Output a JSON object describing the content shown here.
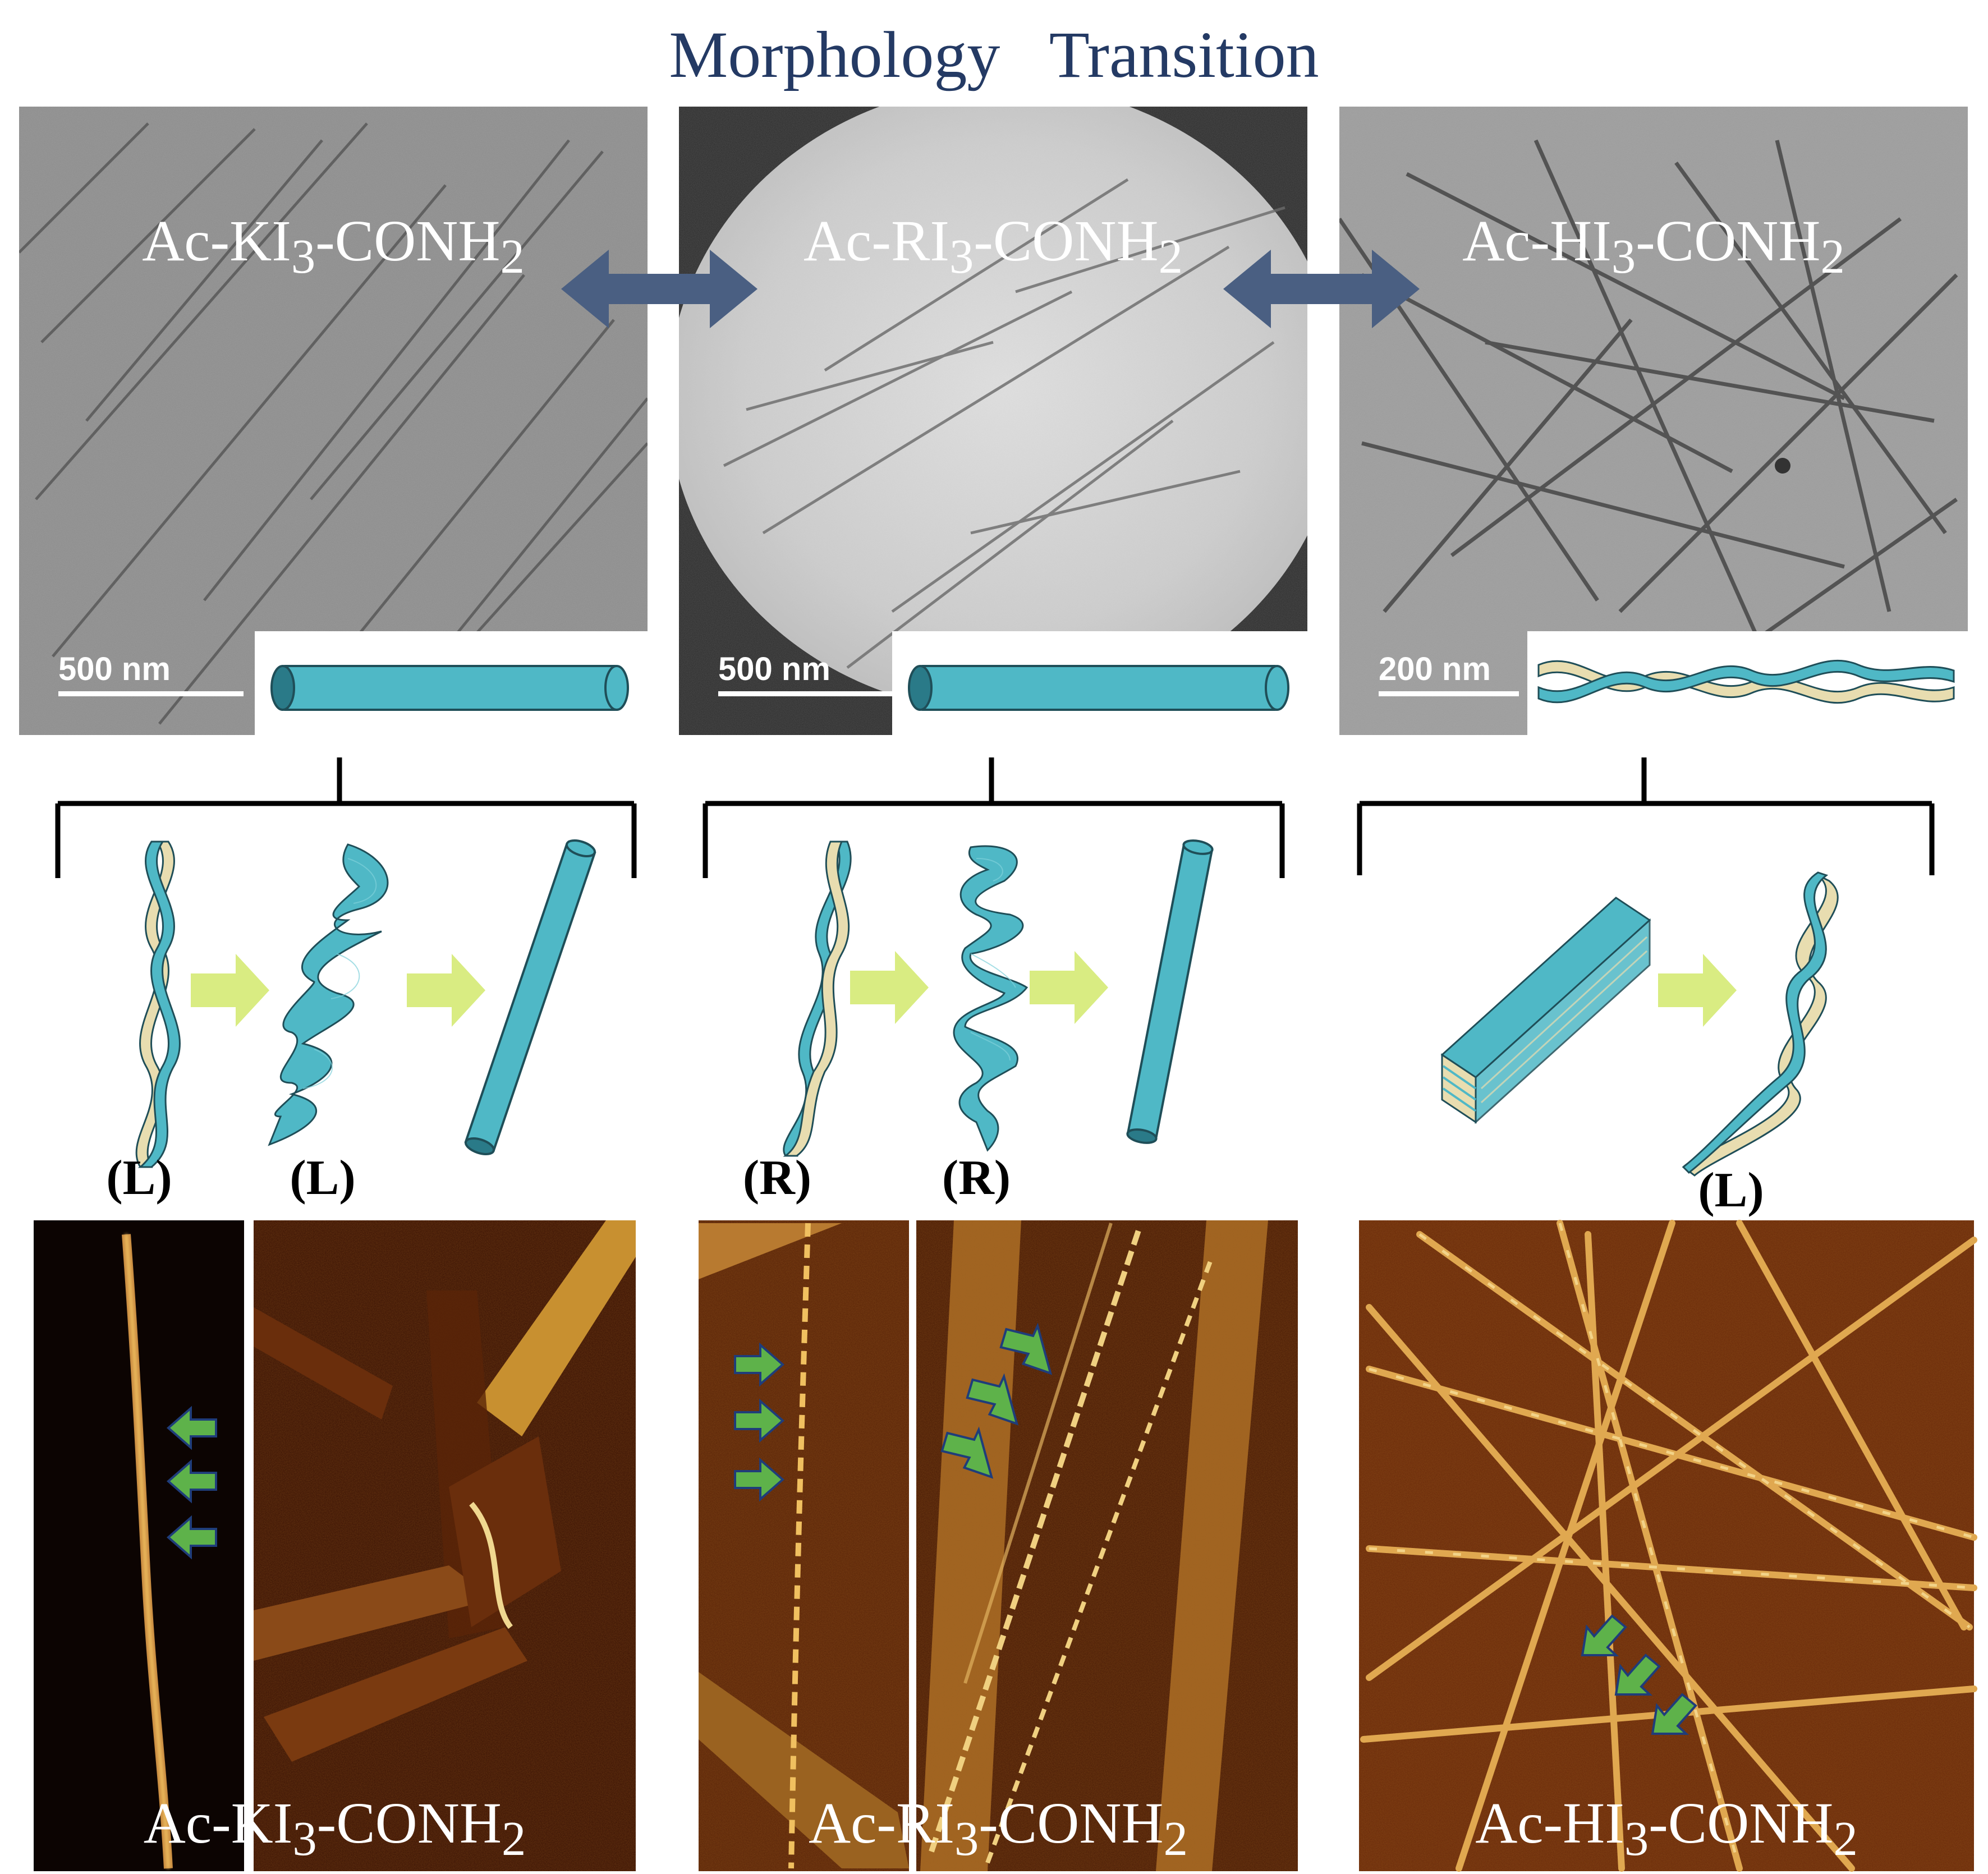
{
  "title": "Morphology Transition",
  "colors": {
    "title": "#243a64",
    "tube_fill": "#4fb8c6",
    "tube_stroke": "#1f4e58",
    "ribbon_cream": "#e8ddb0",
    "double_arrow": "#4a5f82",
    "process_arrow": "#d9ec82",
    "afm_marker": "#5eb24a",
    "afm_marker_outline": "#1f3d7a",
    "afm_dark": "#3a1204",
    "afm_bright": "#f0c060"
  },
  "tem_panels": [
    {
      "peptide": "Ac-KI",
      "subscript": "3",
      "suffix": "-CONH",
      "end_subscript": "2",
      "scale_bar": "500 nm",
      "inset_shape": "tube"
    },
    {
      "peptide": "Ac-RI",
      "subscript": "3",
      "suffix": "-CONH",
      "end_subscript": "2",
      "scale_bar": "500 nm",
      "inset_shape": "tube"
    },
    {
      "peptide": "Ac-HI",
      "subscript": "3",
      "suffix": "-CONH",
      "end_subscript": "2",
      "scale_bar": "200 nm",
      "inset_shape": "twisted-ribbon"
    }
  ],
  "pathways": [
    {
      "stages": [
        "twisted-ribbon",
        "helical-ribbon",
        "nanotube"
      ],
      "handedness_labels": [
        "(L)",
        "(L)"
      ]
    },
    {
      "stages": [
        "twisted-ribbon",
        "helical-ribbon",
        "nanotube"
      ],
      "handedness_labels": [
        "(R)",
        "(R)"
      ]
    },
    {
      "stages": [
        "lamellar-stack",
        "twisted-ribbon"
      ],
      "handedness_labels": [
        "(L)"
      ]
    }
  ],
  "afm_panels": [
    {
      "peptide": "Ac-KI",
      "subscript": "3",
      "suffix": "-CONH",
      "end_subscript": "2"
    },
    {
      "peptide": "Ac-RI",
      "subscript": "3",
      "suffix": "-CONH",
      "end_subscript": "2"
    },
    {
      "peptide": "Ac-HI",
      "subscript": "3",
      "suffix": "-CONH",
      "end_subscript": "2"
    }
  ]
}
